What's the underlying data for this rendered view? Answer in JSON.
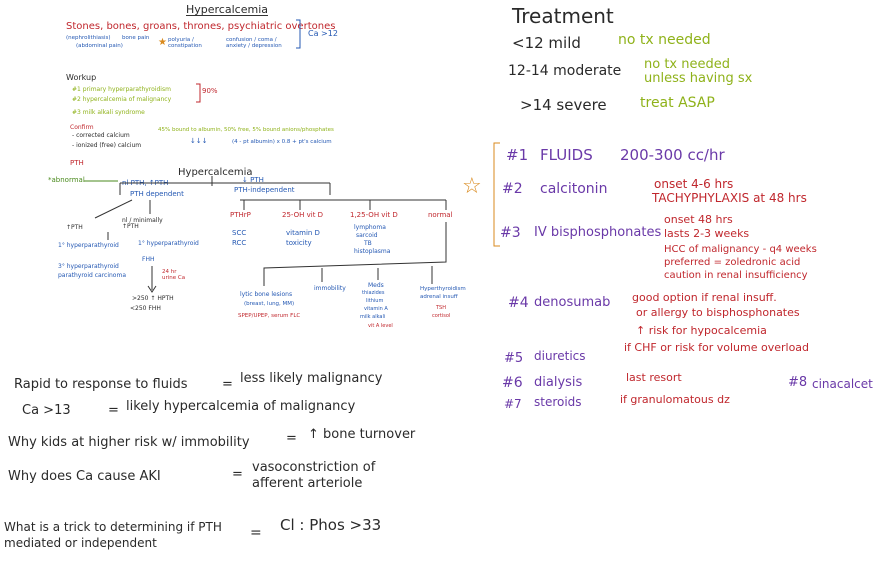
{
  "hypercalcemia": {
    "title": "Hypercalcemia",
    "mnemonic": "Stones, bones, groans, thrones, psychiatric overtones",
    "sub": [
      "(nephrolithiasis)",
      "bone pain",
      "(abdominal pain)",
      "polyuria / constipation",
      "confusion / coma / anxiety / depression"
    ],
    "ca_note": "Ca >12"
  },
  "workup": {
    "title": "Workup",
    "items": [
      "#1 primary hyperparathyroidism",
      "#2 hypercalcemia of malignancy",
      "#3 milk alkali syndrome"
    ],
    "pct": "90%",
    "confirm": "Confirm",
    "corrected": "- corrected calcium",
    "ionized": "- ionized (free) calcium",
    "formula1": "45% bound to albumin, 50% free, 5% bound anions/phosphates",
    "formula2": "(4 - pt albumin) x 0.8 + pt's calcium",
    "arrows": "↓↓↓"
  },
  "tree": {
    "pth": "PTH",
    "root": "Hypercalcemia",
    "abnormal": "*abnormal",
    "left_label": "nl PTH, ↑PTH",
    "left_sub": "PTH dependent",
    "right_label": "↓ PTH",
    "right_sub": "PTH-independent",
    "dep_a": "↑PTH",
    "dep_b": "nl / minimally ↑PTH",
    "dep_a1": "1° hyperparathyroid",
    "dep_a2": "3° hyperparathyroid",
    "dep_a3": "parathyroid carcinoma",
    "dep_b1": "1° hyperparathyroid",
    "dep_b2": "FHH",
    "dep_b3": "24 hr urine Ca",
    "dep_b4": ">250 ↑ HPTH",
    "dep_b5": "<250 FHH",
    "ind_cols": [
      {
        "head": "PTHrP",
        "items": [
          "SCC",
          "RCC"
        ]
      },
      {
        "head": "25-OH vit D",
        "items": [
          "vitamin D",
          "toxicity"
        ]
      },
      {
        "head": "1,25-OH vit D",
        "items": [
          "lymphoma",
          "sarcoid",
          "TB",
          "histoplasma"
        ]
      },
      {
        "head": "normal",
        "items": []
      }
    ],
    "normal_cols": [
      {
        "head": "lytic bone lesions",
        "items": [
          "(breast, lung, MM)",
          "SPEP/UPEP, serum FLC"
        ]
      },
      {
        "head": "immobility",
        "items": []
      },
      {
        "head": "Meds",
        "items": [
          "thiazides",
          "lithium",
          "vitamin A",
          "milk alkali",
          "vit A level"
        ]
      },
      {
        "head": "Hyperthyroidism",
        "items": [
          "adrenal insuff",
          "TSH",
          "cortisol"
        ]
      }
    ]
  },
  "notes": [
    {
      "q": "Rapid to response to fluids",
      "eq": "=",
      "a": "less likely malignancy"
    },
    {
      "q": "Ca >13",
      "eq": "=",
      "a": "likely hypercalcemia of malignancy"
    },
    {
      "q": "Why kids at higher risk w/ immobility",
      "eq": "=",
      "a": "↑ bone turnover"
    },
    {
      "q": "Why does Ca cause AKI",
      "eq": "=",
      "a": "vasoconstriction of afferent arteriole"
    },
    {
      "q": "What is a trick to determining if PTH mediated or independent",
      "eq": "=",
      "a": "Cl : Phos >33"
    }
  ],
  "treatment": {
    "title": "Treatment",
    "levels": [
      {
        "range": "<12 mild",
        "note": "no tx needed"
      },
      {
        "range": "12-14 moderate",
        "note": "no tx needed unless having sx"
      },
      {
        "range": ">14 severe",
        "note": "treat ASAP"
      }
    ],
    "steps": [
      {
        "num": "#1",
        "name": "FLUIDS",
        "detail": "200-300 cc/hr"
      },
      {
        "num": "#2",
        "name": "calcitonin",
        "detail": "onset 4-6 hrs",
        "detail2": "TACHYPHYLAXIS at 48 hrs"
      },
      {
        "num": "#3",
        "name": "IV bisphosphonates",
        "detail": "onset 48 hrs",
        "detail2": "lasts 2-3 weeks",
        "detail3": "HCC of malignancy - q4 weeks",
        "detail4": "preferred = zoledronic acid",
        "detail5": "caution in renal insufficiency"
      },
      {
        "num": "#4",
        "name": "denosumab",
        "detail": "good option if renal insuff.",
        "detail2": "or allergy to bisphosphonates",
        "detail3": "↑ risk for hypocalcemia"
      },
      {
        "num": "#5",
        "name": "diuretics",
        "detail": "if CHF or risk for volume overload"
      },
      {
        "num": "#6",
        "name": "dialysis",
        "detail": "last resort"
      },
      {
        "num": "#7",
        "name": "steroids",
        "detail": "if granulomatous dz"
      },
      {
        "num": "#8",
        "name": "cinacalcet"
      }
    ]
  },
  "colors": {
    "red": "#c0272d",
    "blue": "#2458b3",
    "green": "#4a8a1d",
    "purple": "#6a39a8",
    "orange": "#d98a1e"
  }
}
